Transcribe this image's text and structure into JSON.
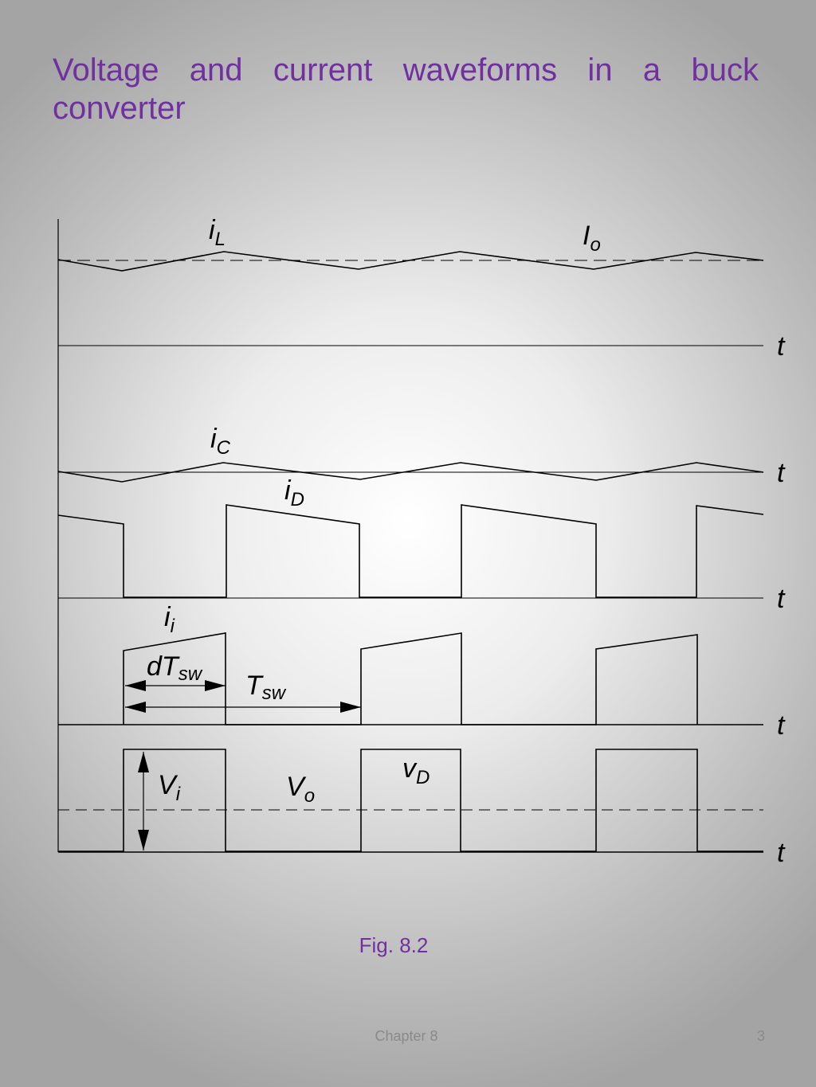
{
  "slide": {
    "title": "Voltage and current waveforms in a buck converter",
    "caption": "Fig. 8.2",
    "footer_chapter": "Chapter 8",
    "page_number": "3"
  },
  "colors": {
    "title": "#7030a0",
    "caption": "#7030a0",
    "waveform": "#000000",
    "footer": "#8a8a8a"
  },
  "labels": {
    "iL_main": "i",
    "iL_sub": "L",
    "Io_main": "I",
    "Io_sub": "o",
    "iC_main": "i",
    "iC_sub": "C",
    "iD_main": "i",
    "iD_sub": "D",
    "ii_main": "i",
    "ii_sub": "i",
    "dTsw_main": "dT",
    "dTsw_sub": "sw",
    "Tsw_main": "T",
    "Tsw_sub": "sw",
    "Vi_main": "V",
    "Vi_sub": "i",
    "Vo_main": "V",
    "Vo_sub": "o",
    "vD_main": "v",
    "vD_sub": "D",
    "t_axis": "t"
  }
}
